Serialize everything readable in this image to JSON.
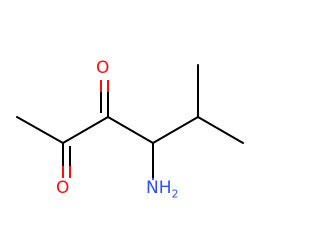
{
  "molecule": {
    "atoms": [
      {
        "id": "o_upper",
        "symbol": "O",
        "color": "#ff0d0d"
      },
      {
        "id": "o_lower",
        "symbol": "O",
        "color": "#ff0d0d"
      },
      {
        "id": "n_amine",
        "symbol": "N",
        "hydrogens": "H",
        "count": "2",
        "color": "#3050f8"
      }
    ],
    "bond_color": "#000000"
  }
}
